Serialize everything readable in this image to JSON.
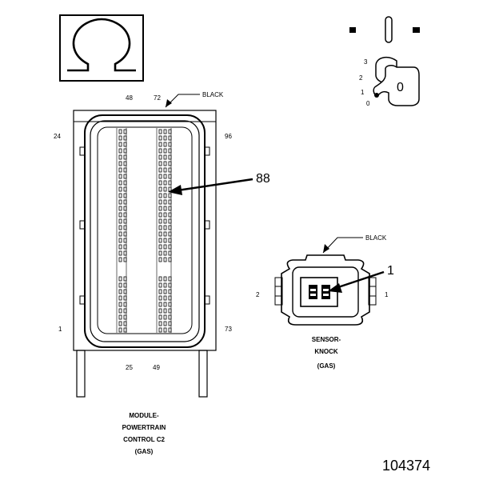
{
  "symbol": {
    "name": "ohm-icon",
    "glyph": "Ω"
  },
  "key_icon": {
    "positions": [
      "3",
      "2",
      "1",
      "0"
    ],
    "key_label": "0"
  },
  "pcm_connector": {
    "pin_labels": {
      "top_left": "48",
      "top_right": "72",
      "left_top": "24",
      "right_top": "96",
      "left_bottom": "1",
      "right_bottom": "73",
      "bottom_left": "25",
      "bottom_right": "49"
    },
    "color_label": "BLACK",
    "callout_pin": "88",
    "name_lines": [
      "MODULE-",
      "POWERTRAIN",
      "CONTROL C2",
      "(GAS)"
    ]
  },
  "knock_connector": {
    "color_label": "BLACK",
    "callout_pin": "1",
    "pin_left": "2",
    "pin_right": "1",
    "name_lines": [
      "SENSOR-",
      "KNOCK",
      "(GAS)"
    ]
  },
  "figure_number": "104374"
}
